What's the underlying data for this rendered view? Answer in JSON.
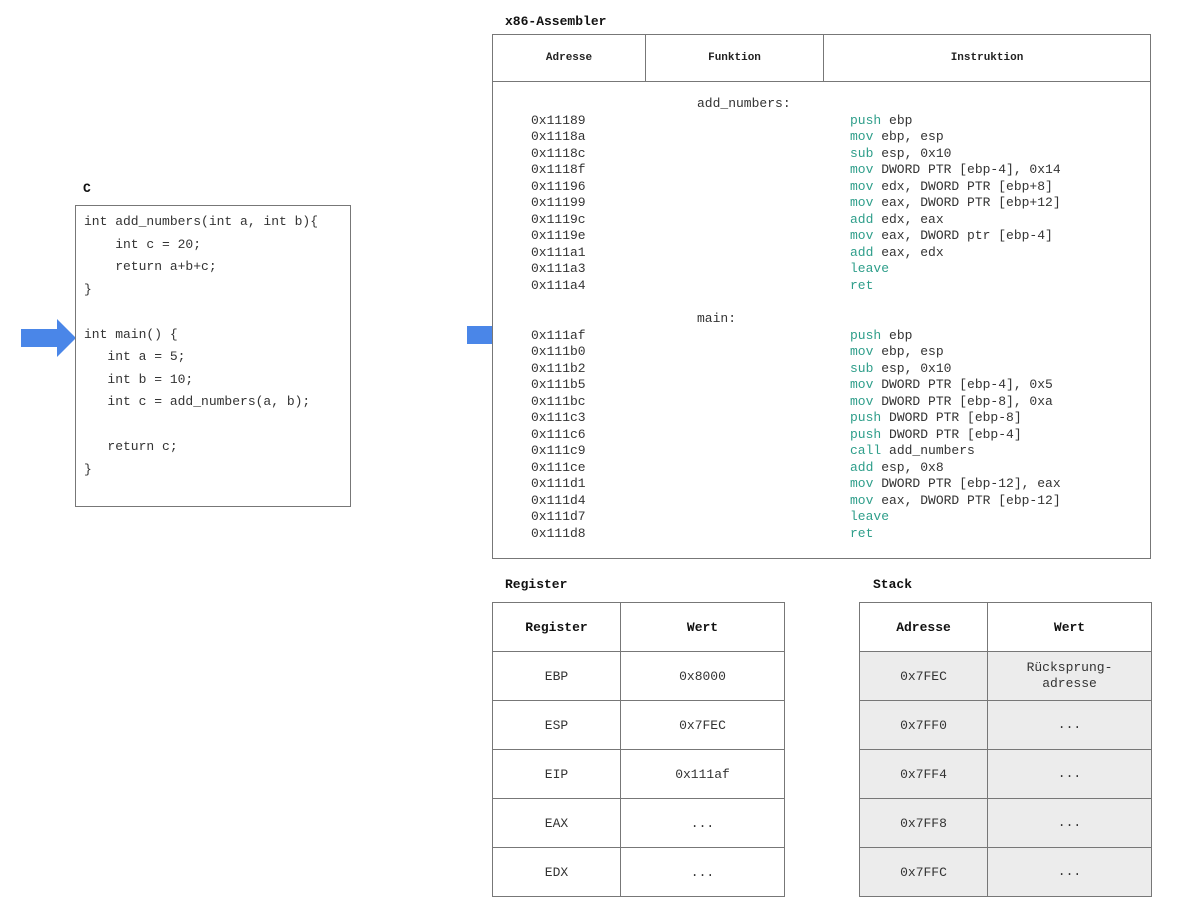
{
  "c_section": {
    "title": "C",
    "code_lines": [
      "int add_numbers(int a, int b){",
      "    int c = 20;",
      "    return a+b+c;",
      "}",
      "",
      "int main() {",
      "   int a = 5;",
      "   int b = 10;",
      "   int c = add_numbers(a, b);",
      "",
      "   return c;",
      "}"
    ]
  },
  "asm_section": {
    "title": "x86-Assembler",
    "columns": [
      "Adresse",
      "Funktion",
      "Instruktion"
    ],
    "functions": [
      {
        "name": "add_numbers:",
        "rows": [
          {
            "addr": "0x11189",
            "op": "push",
            "args": " ebp"
          },
          {
            "addr": "0x1118a",
            "op": "mov",
            "args": " ebp, esp"
          },
          {
            "addr": "0x1118c",
            "op": "sub",
            "args": " esp, 0x10"
          },
          {
            "addr": "0x1118f",
            "op": "mov",
            "args": " DWORD PTR [ebp-4], 0x14"
          },
          {
            "addr": "0x11196",
            "op": "mov",
            "args": " edx, DWORD PTR [ebp+8]"
          },
          {
            "addr": "0x11199",
            "op": "mov",
            "args": " eax, DWORD PTR [ebp+12]"
          },
          {
            "addr": "0x1119c",
            "op": "add",
            "args": " edx, eax"
          },
          {
            "addr": "0x1119e",
            "op": "mov",
            "args": " eax, DWORD ptr [ebp-4]"
          },
          {
            "addr": "0x111a1",
            "op": "add",
            "args": " eax, edx"
          },
          {
            "addr": "0x111a3",
            "op": "leave",
            "args": ""
          },
          {
            "addr": "0x111a4",
            "op": "ret",
            "args": ""
          }
        ]
      },
      {
        "name": "main:",
        "rows": [
          {
            "addr": "0x111af",
            "op": "push",
            "args": " ebp"
          },
          {
            "addr": "0x111b0",
            "op": "mov",
            "args": " ebp, esp"
          },
          {
            "addr": "0x111b2",
            "op": "sub",
            "args": " esp, 0x10"
          },
          {
            "addr": "0x111b5",
            "op": "mov",
            "args": " DWORD PTR [ebp-4], 0x5"
          },
          {
            "addr": "0x111bc",
            "op": "mov",
            "args": " DWORD PTR [ebp-8], 0xa"
          },
          {
            "addr": "0x111c3",
            "op": "push",
            "args": " DWORD PTR [ebp-8]"
          },
          {
            "addr": "0x111c6",
            "op": "push",
            "args": " DWORD PTR [ebp-4]"
          },
          {
            "addr": "0x111c9",
            "op": "call",
            "args": " add_numbers"
          },
          {
            "addr": "0x111ce",
            "op": "add",
            "args": " esp, 0x8"
          },
          {
            "addr": "0x111d1",
            "op": "mov",
            "args": " DWORD PTR [ebp-12], eax"
          },
          {
            "addr": "0x111d4",
            "op": "mov",
            "args": " eax, DWORD PTR [ebp-12]"
          },
          {
            "addr": "0x111d7",
            "op": "leave",
            "args": ""
          },
          {
            "addr": "0x111d8",
            "op": "ret",
            "args": ""
          }
        ]
      }
    ]
  },
  "register_section": {
    "title": "Register",
    "columns": [
      "Register",
      "Wert"
    ],
    "rows": [
      {
        "name": "EBP",
        "value": "0x8000"
      },
      {
        "name": "ESP",
        "value": "0x7FEC"
      },
      {
        "name": "EIP",
        "value": "0x111af"
      },
      {
        "name": "EAX",
        "value": "..."
      },
      {
        "name": "EDX",
        "value": "..."
      }
    ]
  },
  "stack_section": {
    "title": "Stack",
    "columns": [
      "Adresse",
      "Wert"
    ],
    "rows": [
      {
        "addr": "0x7FEC",
        "value": "Rücksprung-\nadresse"
      },
      {
        "addr": "0x7FF0",
        "value": "..."
      },
      {
        "addr": "0x7FF4",
        "value": "..."
      },
      {
        "addr": "0x7FF8",
        "value": "..."
      },
      {
        "addr": "0x7FFC",
        "value": "..."
      }
    ]
  },
  "colors": {
    "arrow": "#4a86e8",
    "mnemonic": "#2e9e8a",
    "eip_value": "#3b7ddd",
    "stack_cell_bg": "#ececec"
  },
  "icons": {
    "c_pointer": "current-line-arrow-icon",
    "asm_pointer": "current-instruction-arrow-icon"
  }
}
